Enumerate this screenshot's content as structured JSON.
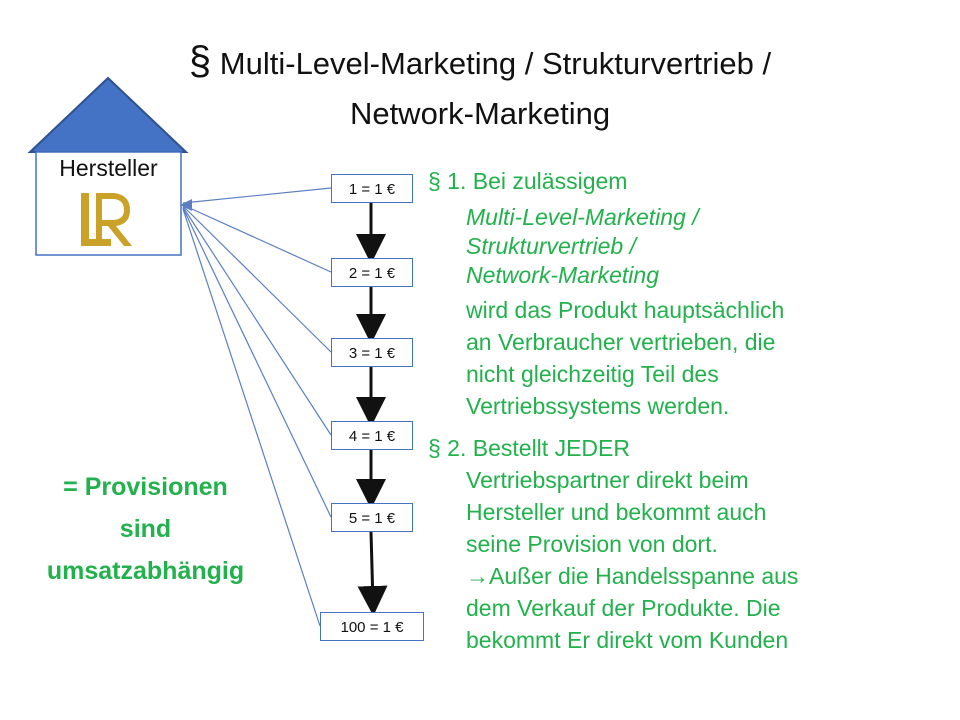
{
  "title": {
    "symbol": "§",
    "line1": "Multi-Level-Marketing  / Strukturvertrieb  /",
    "line2": "Network-Marketing"
  },
  "house": {
    "label": "Hersteller",
    "logo": "LR"
  },
  "chain": [
    {
      "label": "1 = 1 €"
    },
    {
      "label": "2 = 1 €"
    },
    {
      "label": "3 = 1 €"
    },
    {
      "label": "4 = 1 €"
    },
    {
      "label": "5 = 1 €"
    },
    {
      "label": "100 = 1 €"
    }
  ],
  "provision": {
    "line1": "= Provisionen",
    "line2": "sind",
    "line3": "umsatzabhängig"
  },
  "body": {
    "p1_lead": "§ 1. Bei zulässigem",
    "p1_italic": [
      "Multi-Level-Marketing /",
      "Strukturvertrieb /",
      "Network-Marketing"
    ],
    "p1_rest": [
      "wird das Produkt hauptsächlich",
      "an Verbraucher vertrieben, die",
      "nicht gleichzeitig Teil des",
      "Vertriebssystems werden."
    ],
    "p2_lead": "§ 2. Bestellt JEDER",
    "p2_rest": [
      "Vertriebspartner direkt beim",
      "Hersteller und bekommt auch",
      "seine Provision von dort."
    ],
    "p2_arrow": "→",
    "p2_arrow_text": "Außer die Handelsspanne aus",
    "p2_tail": [
      "dem Verkauf der Produkte. Die",
      "bekommt Er direkt vom Kunden"
    ]
  },
  "colors": {
    "green": "#22b14c",
    "blue": "#4472c4",
    "logo": "#c0a020"
  }
}
